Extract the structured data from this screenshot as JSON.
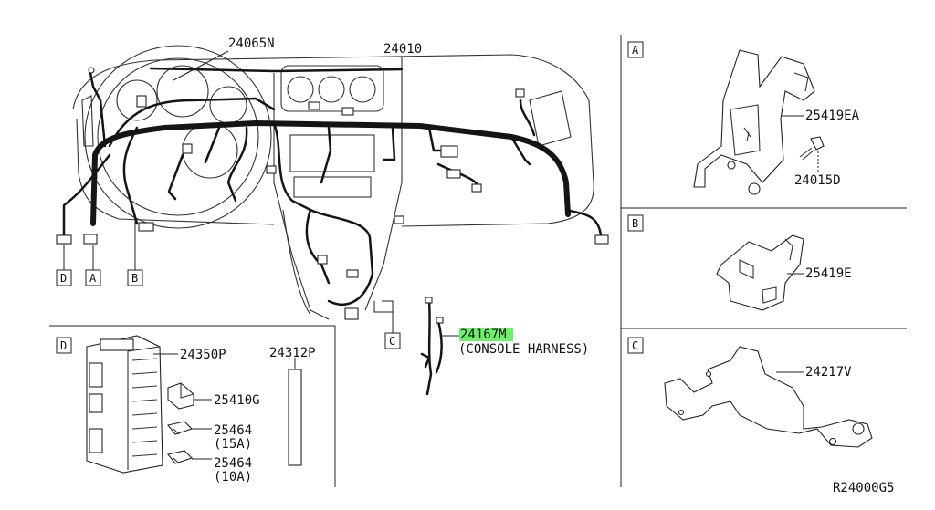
{
  "main": {
    "part_labels": {
      "harness_24065N": "24065N",
      "harness_24010": "24010",
      "console_harness_num": "24167M",
      "console_harness_name": "(CONSOLE HARNESS)",
      "box_c_part": "C"
    },
    "callouts": {
      "d": "D",
      "a": "A",
      "b": "B"
    }
  },
  "panel_a": {
    "tag": "A",
    "bracket": "25419EA",
    "bolt": "24015D"
  },
  "panel_b": {
    "tag": "B",
    "bracket": "25419E"
  },
  "panel_c": {
    "tag": "C",
    "bracket": "24217V"
  },
  "panel_d": {
    "tag": "D",
    "fuse_block": "24350P",
    "label_strip": "24312P",
    "relay": "25410G",
    "fuse_15a_num": "25464",
    "fuse_15a_rating": "(15A)",
    "fuse_10a_num": "25464",
    "fuse_10a_rating": "(10A)"
  },
  "footer": {
    "diagram_code": "R24000G5"
  },
  "colors": {
    "highlight": "#6cf26a",
    "ink": "#151515"
  }
}
